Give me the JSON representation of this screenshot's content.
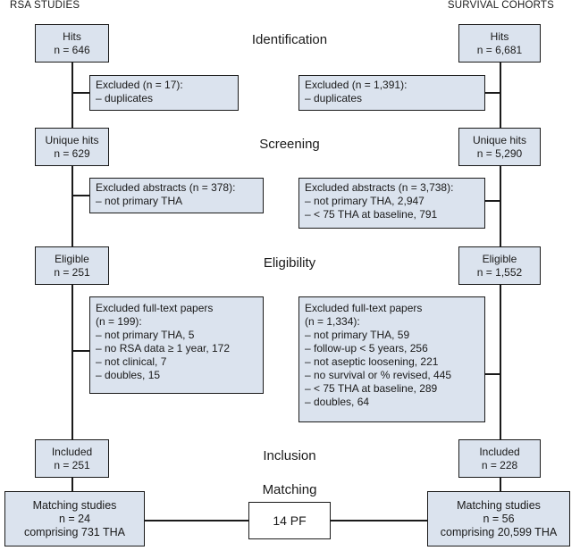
{
  "columns": {
    "left_title": "RSA STUDIES",
    "right_title": "SURVIVAL COHORTS"
  },
  "stages": {
    "identification": "Identification",
    "screening": "Screening",
    "eligibility": "Eligibility",
    "inclusion": "Inclusion",
    "matching": "Matching"
  },
  "left": {
    "hits": {
      "title": "Hits",
      "n": "n = 646"
    },
    "excluded_dup": {
      "title": "Excluded (n = 17):",
      "lines": [
        "– duplicates"
      ]
    },
    "unique": {
      "title": "Unique hits",
      "n": "n = 629"
    },
    "excluded_abs": {
      "title": "Excluded abstracts (n = 378):",
      "lines": [
        "– not primary THA"
      ]
    },
    "eligible": {
      "title": "Eligible",
      "n": "n = 251"
    },
    "excluded_full": {
      "title": "Excluded full-text papers",
      "lines": [
        "(n = 199):",
        "– not primary THA, 5",
        "– no RSA data ≥ 1 year, 172",
        "– not clinical, 7",
        "– doubles, 15"
      ]
    },
    "included": {
      "title": "Included",
      "n": "n = 251"
    },
    "matching": {
      "title": "Matching studies",
      "n": "n = 24",
      "sub": "comprising 731 THA"
    }
  },
  "right": {
    "hits": {
      "title": "Hits",
      "n": "n = 6,681"
    },
    "excluded_dup": {
      "title": "Excluded (n = 1,391):",
      "lines": [
        "– duplicates"
      ]
    },
    "unique": {
      "title": "Unique hits",
      "n": "n = 5,290"
    },
    "excluded_abs": {
      "title": "Excluded abstracts (n = 3,738):",
      "lines": [
        "– not primary THA, 2,947",
        "– < 75 THA at baseline, 791"
      ]
    },
    "eligible": {
      "title": "Eligible",
      "n": "n = 1,552"
    },
    "excluded_full": {
      "title": "Excluded full-text papers",
      "lines": [
        "(n = 1,334):",
        "– not primary THA, 59",
        "– follow-up < 5 years, 256",
        "– not aseptic loosening, 221",
        "– no survival or % revised, 445",
        "– < 75 THA at baseline, 289",
        "– doubles, 64"
      ]
    },
    "included": {
      "title": "Included",
      "n": "n = 228"
    },
    "matching": {
      "title": "Matching studies",
      "n": "n = 56",
      "sub": "comprising 20,599 THA"
    }
  },
  "center": {
    "pf": "14 PF"
  }
}
